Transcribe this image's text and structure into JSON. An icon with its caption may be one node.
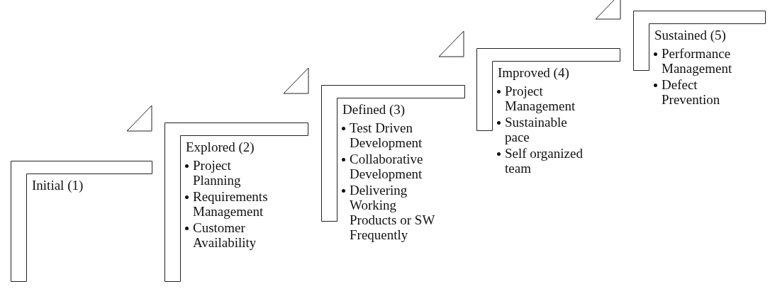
{
  "diagram": {
    "nodes": [
      {
        "text": [
          "Initial (1)"
        ]
      },
      {
        "text": [
          "Explored (2)",
          "Project Planning",
          "Requirements Management",
          "Customer Availability"
        ]
      },
      {
        "text": [
          "Defined (3)",
          "Test Driven Development",
          "Collaborative Development",
          "Delivering Working Products or SW Frequently"
        ]
      },
      {
        "text": [
          "Improved (4)",
          "Project Management",
          "Sustainable pace",
          "Self organized team"
        ]
      },
      {
        "text": [
          "Sustained (5)",
          "Performance Management",
          "Defect Prevention"
        ]
      }
    ]
  }
}
